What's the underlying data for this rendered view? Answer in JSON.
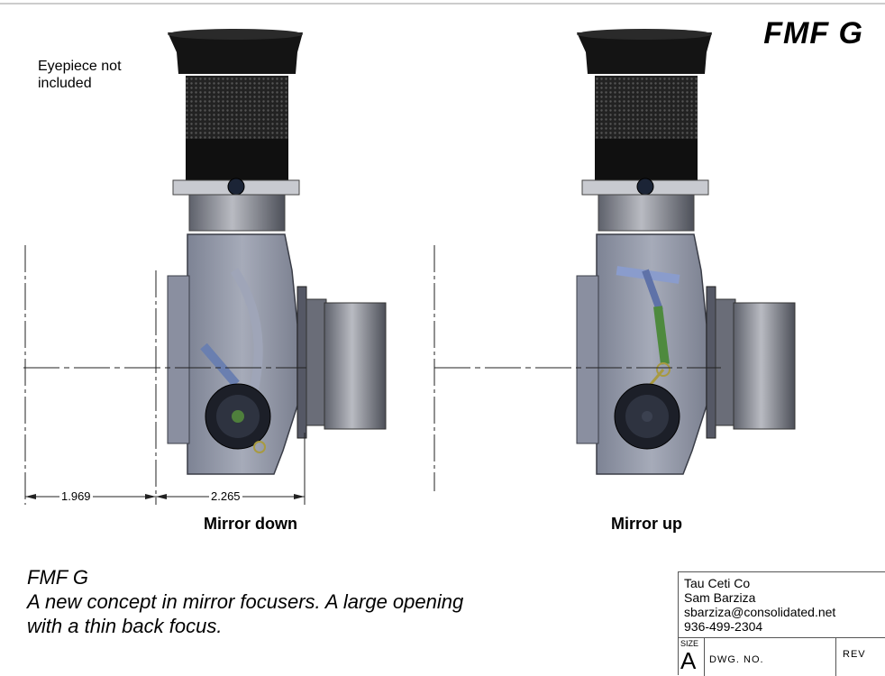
{
  "title": "FMF G",
  "note": [
    "Eyepiece not",
    "included"
  ],
  "captions": {
    "left": "Mirror down",
    "right": "Mirror up"
  },
  "dimensions": {
    "a": "1.969",
    "b": "2.265"
  },
  "description": [
    "FMF G",
    "A new concept in mirror focusers. A large opening",
    "with a thin back focus."
  ],
  "title_block": {
    "lines": [
      "Tau Ceti Co",
      "Sam Barziza",
      "sbarziza@consolidated.net",
      "936-499-2304"
    ],
    "size_label": "SIZE",
    "size_value": "A",
    "dwg_label": "DWG.  NO.",
    "rev_label": "REV"
  }
}
